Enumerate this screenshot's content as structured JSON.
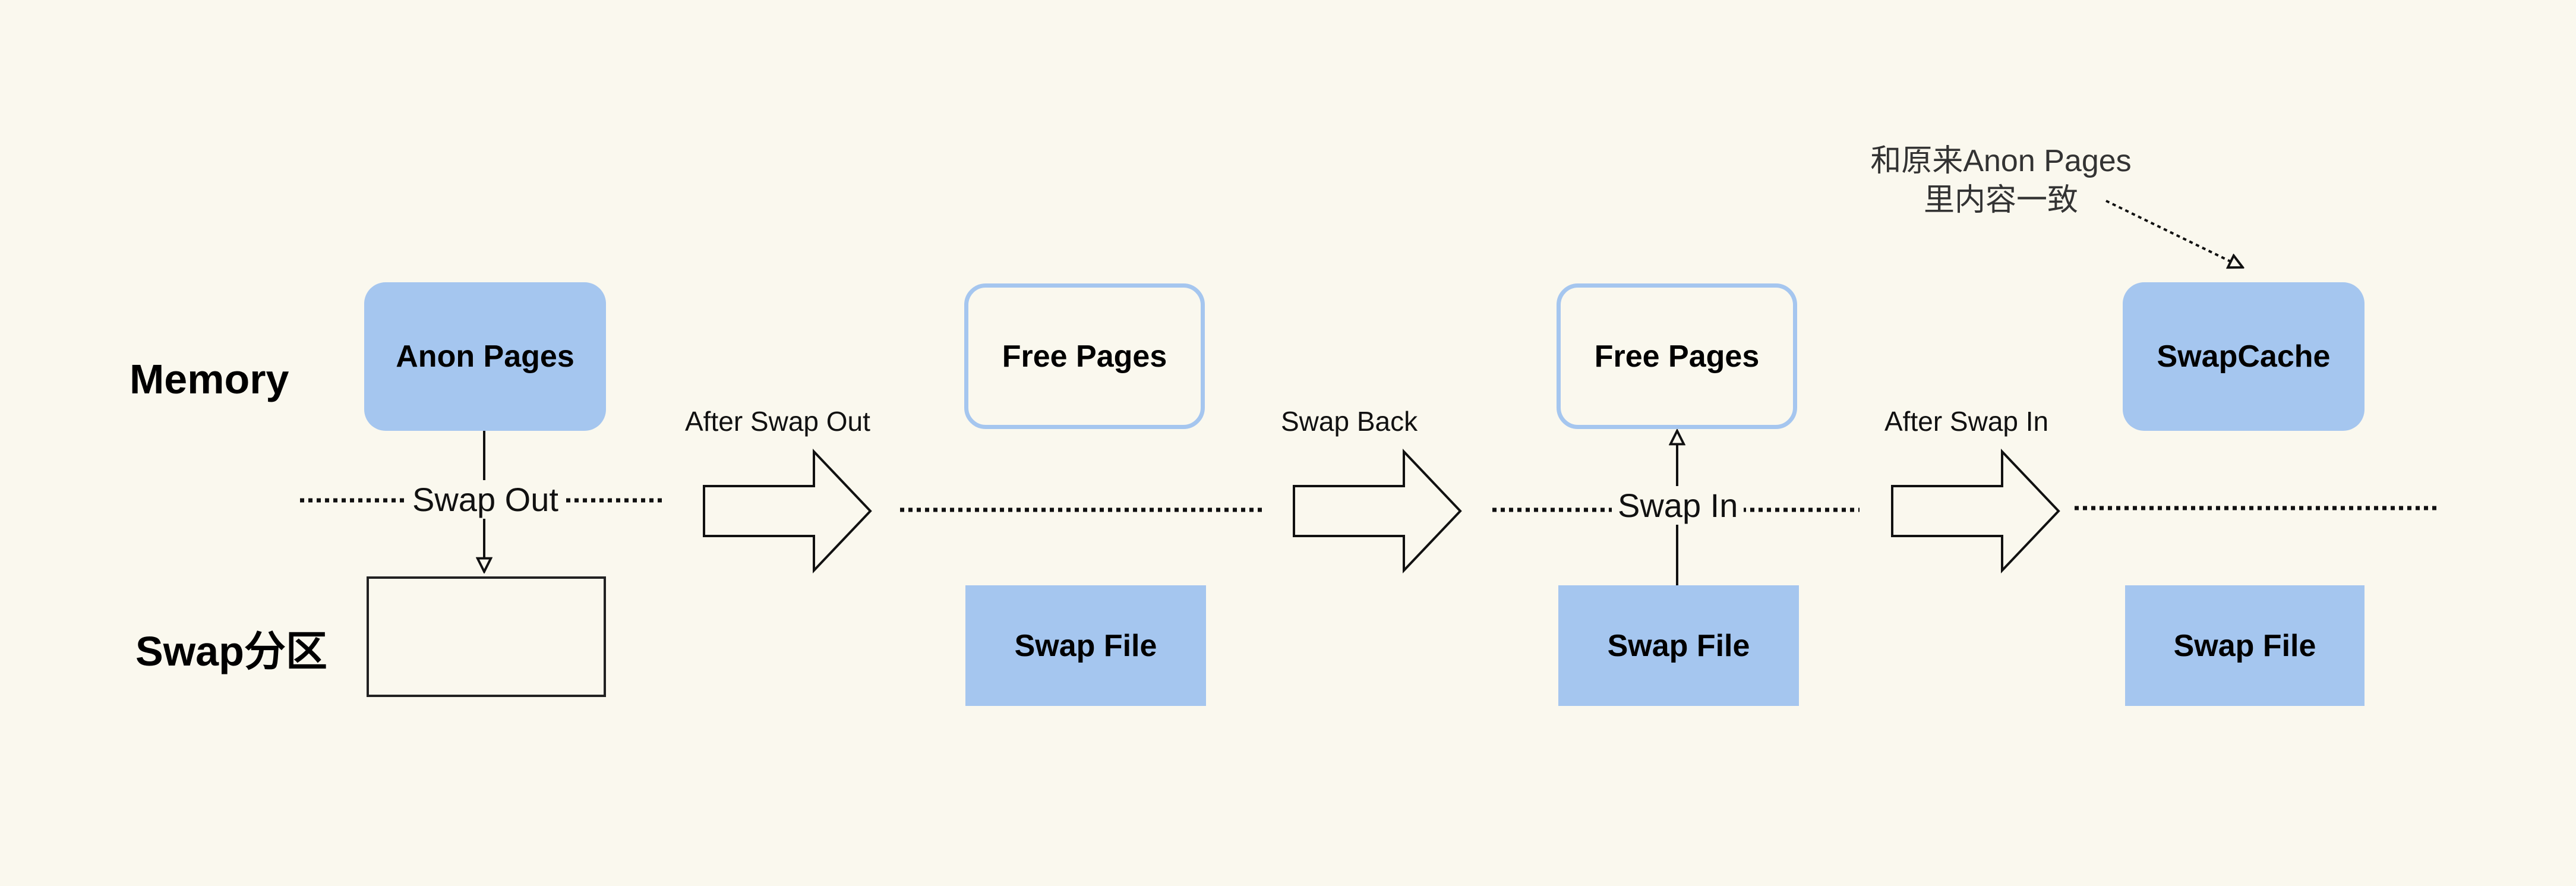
{
  "rows": {
    "memory": "Memory",
    "swap": "Swap分区"
  },
  "stages": [
    {
      "memory_box": "Anon Pages",
      "swap_box": ""
    },
    {
      "memory_box": "Free Pages",
      "swap_box": "Swap File"
    },
    {
      "memory_box": "Free Pages",
      "swap_box": "Swap File"
    },
    {
      "memory_box": "SwapCache",
      "swap_box": "Swap File"
    }
  ],
  "transitions": [
    "After Swap Out",
    "Swap Back",
    "After Swap In"
  ],
  "line_labels": {
    "swap_out": "Swap Out",
    "swap_in": "Swap In"
  },
  "note": {
    "line1": "和原来Anon Pages",
    "line2": "里内容一致"
  },
  "colors": {
    "background": "#faf8ee",
    "box_fill": "#a5c6ef",
    "stroke": "#222222"
  }
}
